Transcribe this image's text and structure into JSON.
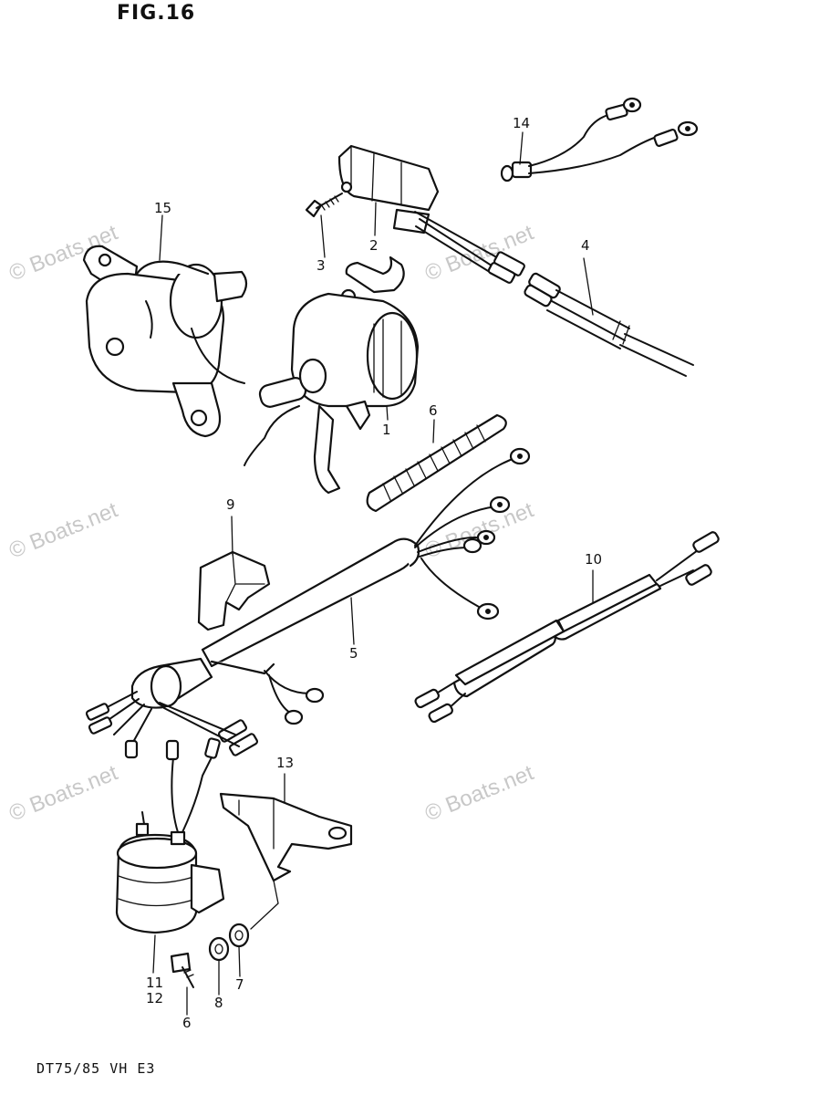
{
  "figure_title": "FIG.16",
  "model_code": "DT75/85 VH E3",
  "watermark": "© Boats.net",
  "callouts": {
    "p1": "1",
    "p2": "2",
    "p3": "3",
    "p4": "4",
    "p5": "5",
    "p6a": "6",
    "p6b": "6",
    "p7": "7",
    "p8": "8",
    "p9": "9",
    "p10": "10",
    "p11": "11",
    "p12": "12",
    "p13": "13",
    "p14": "14",
    "p15": "15"
  }
}
